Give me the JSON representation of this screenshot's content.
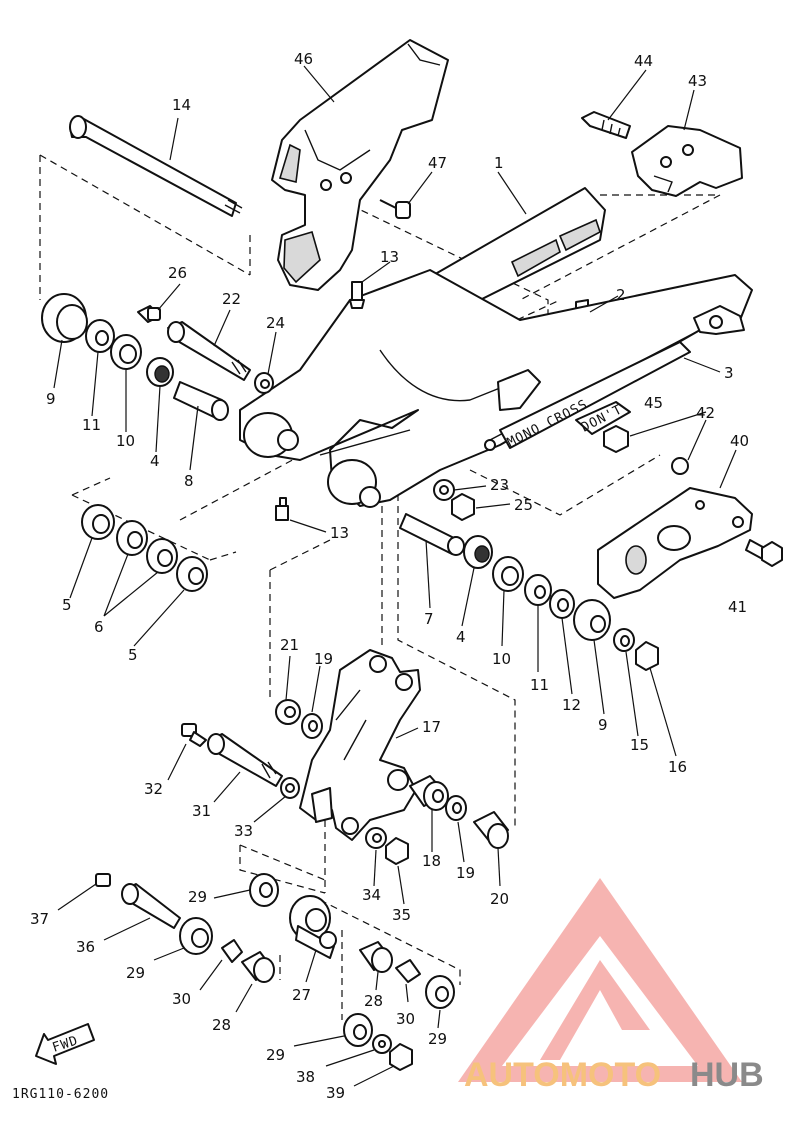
{
  "diagram": {
    "code": "1RG110-6200",
    "fwd_label": "FWD",
    "swingarm_text": "MONO CROSS",
    "small_text": "DON'T",
    "part_numbers": {
      "p1": "1",
      "p2": "2",
      "p3": "3",
      "p4a": "4",
      "p4b": "4",
      "p5a": "5",
      "p5b": "5",
      "p6": "6",
      "p7": "7",
      "p8": "8",
      "p9a": "9",
      "p9b": "9",
      "p10a": "10",
      "p10b": "10",
      "p11a": "11",
      "p11b": "11",
      "p12": "12",
      "p13a": "13",
      "p13b": "13",
      "p14": "14",
      "p15": "15",
      "p16": "16",
      "p17": "17",
      "p18": "18",
      "p19a": "19",
      "p19b": "19",
      "p20": "20",
      "p21": "21",
      "p22": "22",
      "p23": "23",
      "p24": "24",
      "p25": "25",
      "p26": "26",
      "p27": "27",
      "p28a": "28",
      "p28b": "28",
      "p29a": "29",
      "p29b": "29",
      "p29c": "29",
      "p29d": "29",
      "p30a": "30",
      "p30b": "30",
      "p31": "31",
      "p32": "32",
      "p33": "33",
      "p34": "34",
      "p35": "35",
      "p36": "36",
      "p37": "37",
      "p38": "38",
      "p39": "39",
      "p40": "40",
      "p41": "41",
      "p42": "42",
      "p43": "43",
      "p44": "44",
      "p45": "45",
      "p46": "46",
      "p47": "47"
    }
  },
  "watermark": {
    "brand_part1": "AUTOMOTO",
    "brand_part2": "HUB",
    "color_primary": "#f4a7a3",
    "color_secondary": "#f6c27c",
    "color_gray": "#8a8a8a"
  }
}
